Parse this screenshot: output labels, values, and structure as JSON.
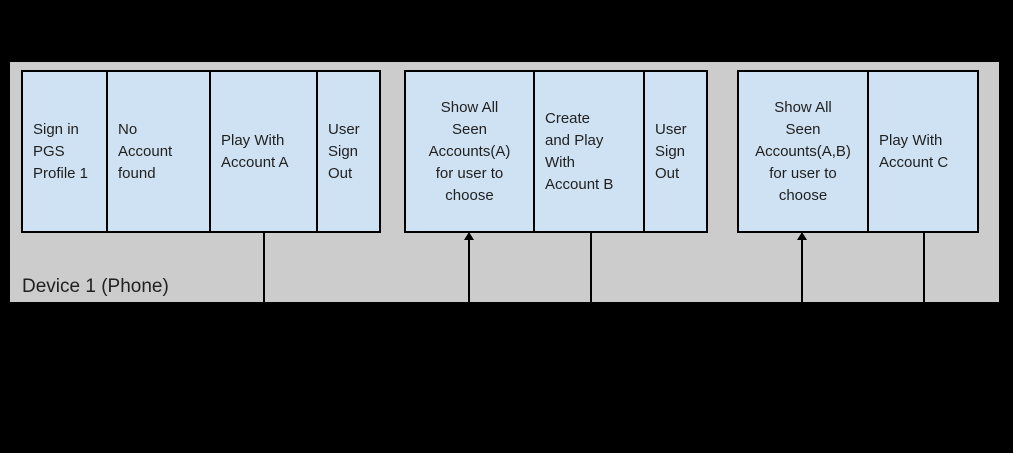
{
  "colors": {
    "background": "#000000",
    "lane_fill": "#cccccc",
    "box_fill": "#cfe2f3",
    "box_border": "#000000",
    "text": "#1f1f1f"
  },
  "lane": {
    "label": "Device 1 (Phone)"
  },
  "groups": [
    {
      "boxes": [
        {
          "label": "Sign in\nPGS\nProfile 1"
        },
        {
          "label": "No\nAccount\nfound"
        },
        {
          "label": "Play With\nAccount A"
        },
        {
          "label": "User\nSign\nOut"
        }
      ]
    },
    {
      "boxes": [
        {
          "label": "Show All\nSeen\nAccounts(A)\nfor user to\nchoose"
        },
        {
          "label": "Create\nand Play\nWith\nAccount B"
        },
        {
          "label": "User\nSign\nOut"
        }
      ]
    },
    {
      "boxes": [
        {
          "label": "Show All\nSeen\nAccounts(A,B)\nfor user to\nchoose"
        },
        {
          "label": "Play With\nAccount C"
        }
      ]
    }
  ],
  "connectors": [
    {
      "kind": "line",
      "anchor": "play-with-account-a"
    },
    {
      "kind": "arrow-up",
      "anchor": "show-all-seen-accounts-a"
    },
    {
      "kind": "line",
      "anchor": "create-and-play-with-account-b"
    },
    {
      "kind": "arrow-up",
      "anchor": "show-all-seen-accounts-a-b"
    },
    {
      "kind": "line",
      "anchor": "play-with-account-c"
    }
  ]
}
